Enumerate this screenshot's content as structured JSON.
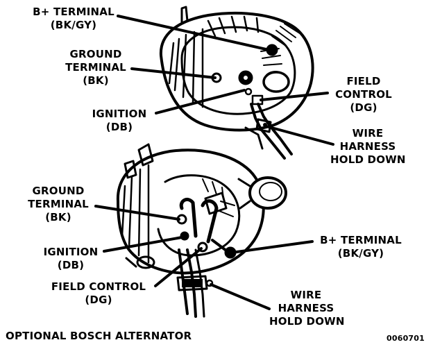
{
  "upper_alternator": {
    "b_plus_terminal": [
      "B+ TERMINAL",
      "(BK/GY)"
    ],
    "ground_terminal": [
      "GROUND",
      "TERMINAL",
      "(BK)"
    ],
    "ignition": [
      "IGNITION",
      "(DB)"
    ],
    "field_control": [
      "FIELD",
      "CONTROL",
      "(DG)"
    ],
    "wire_harness": [
      "WIRE",
      "HARNESS",
      "HOLD DOWN"
    ]
  },
  "lower_alternator": {
    "ground_terminal": [
      "GROUND",
      "TERMINAL",
      "(BK)"
    ],
    "ignition": [
      "IGNITION",
      "(DB)"
    ],
    "field_control": [
      "FIELD CONTROL",
      "(DG)"
    ],
    "b_plus_terminal": [
      "B+ TERMINAL",
      "(BK/GY)"
    ],
    "wire_harness": [
      "WIRE",
      "HARNESS",
      "HOLD DOWN"
    ]
  },
  "caption": "OPTIONAL BOSCH ALTERNATOR",
  "figure_code": "0060701"
}
